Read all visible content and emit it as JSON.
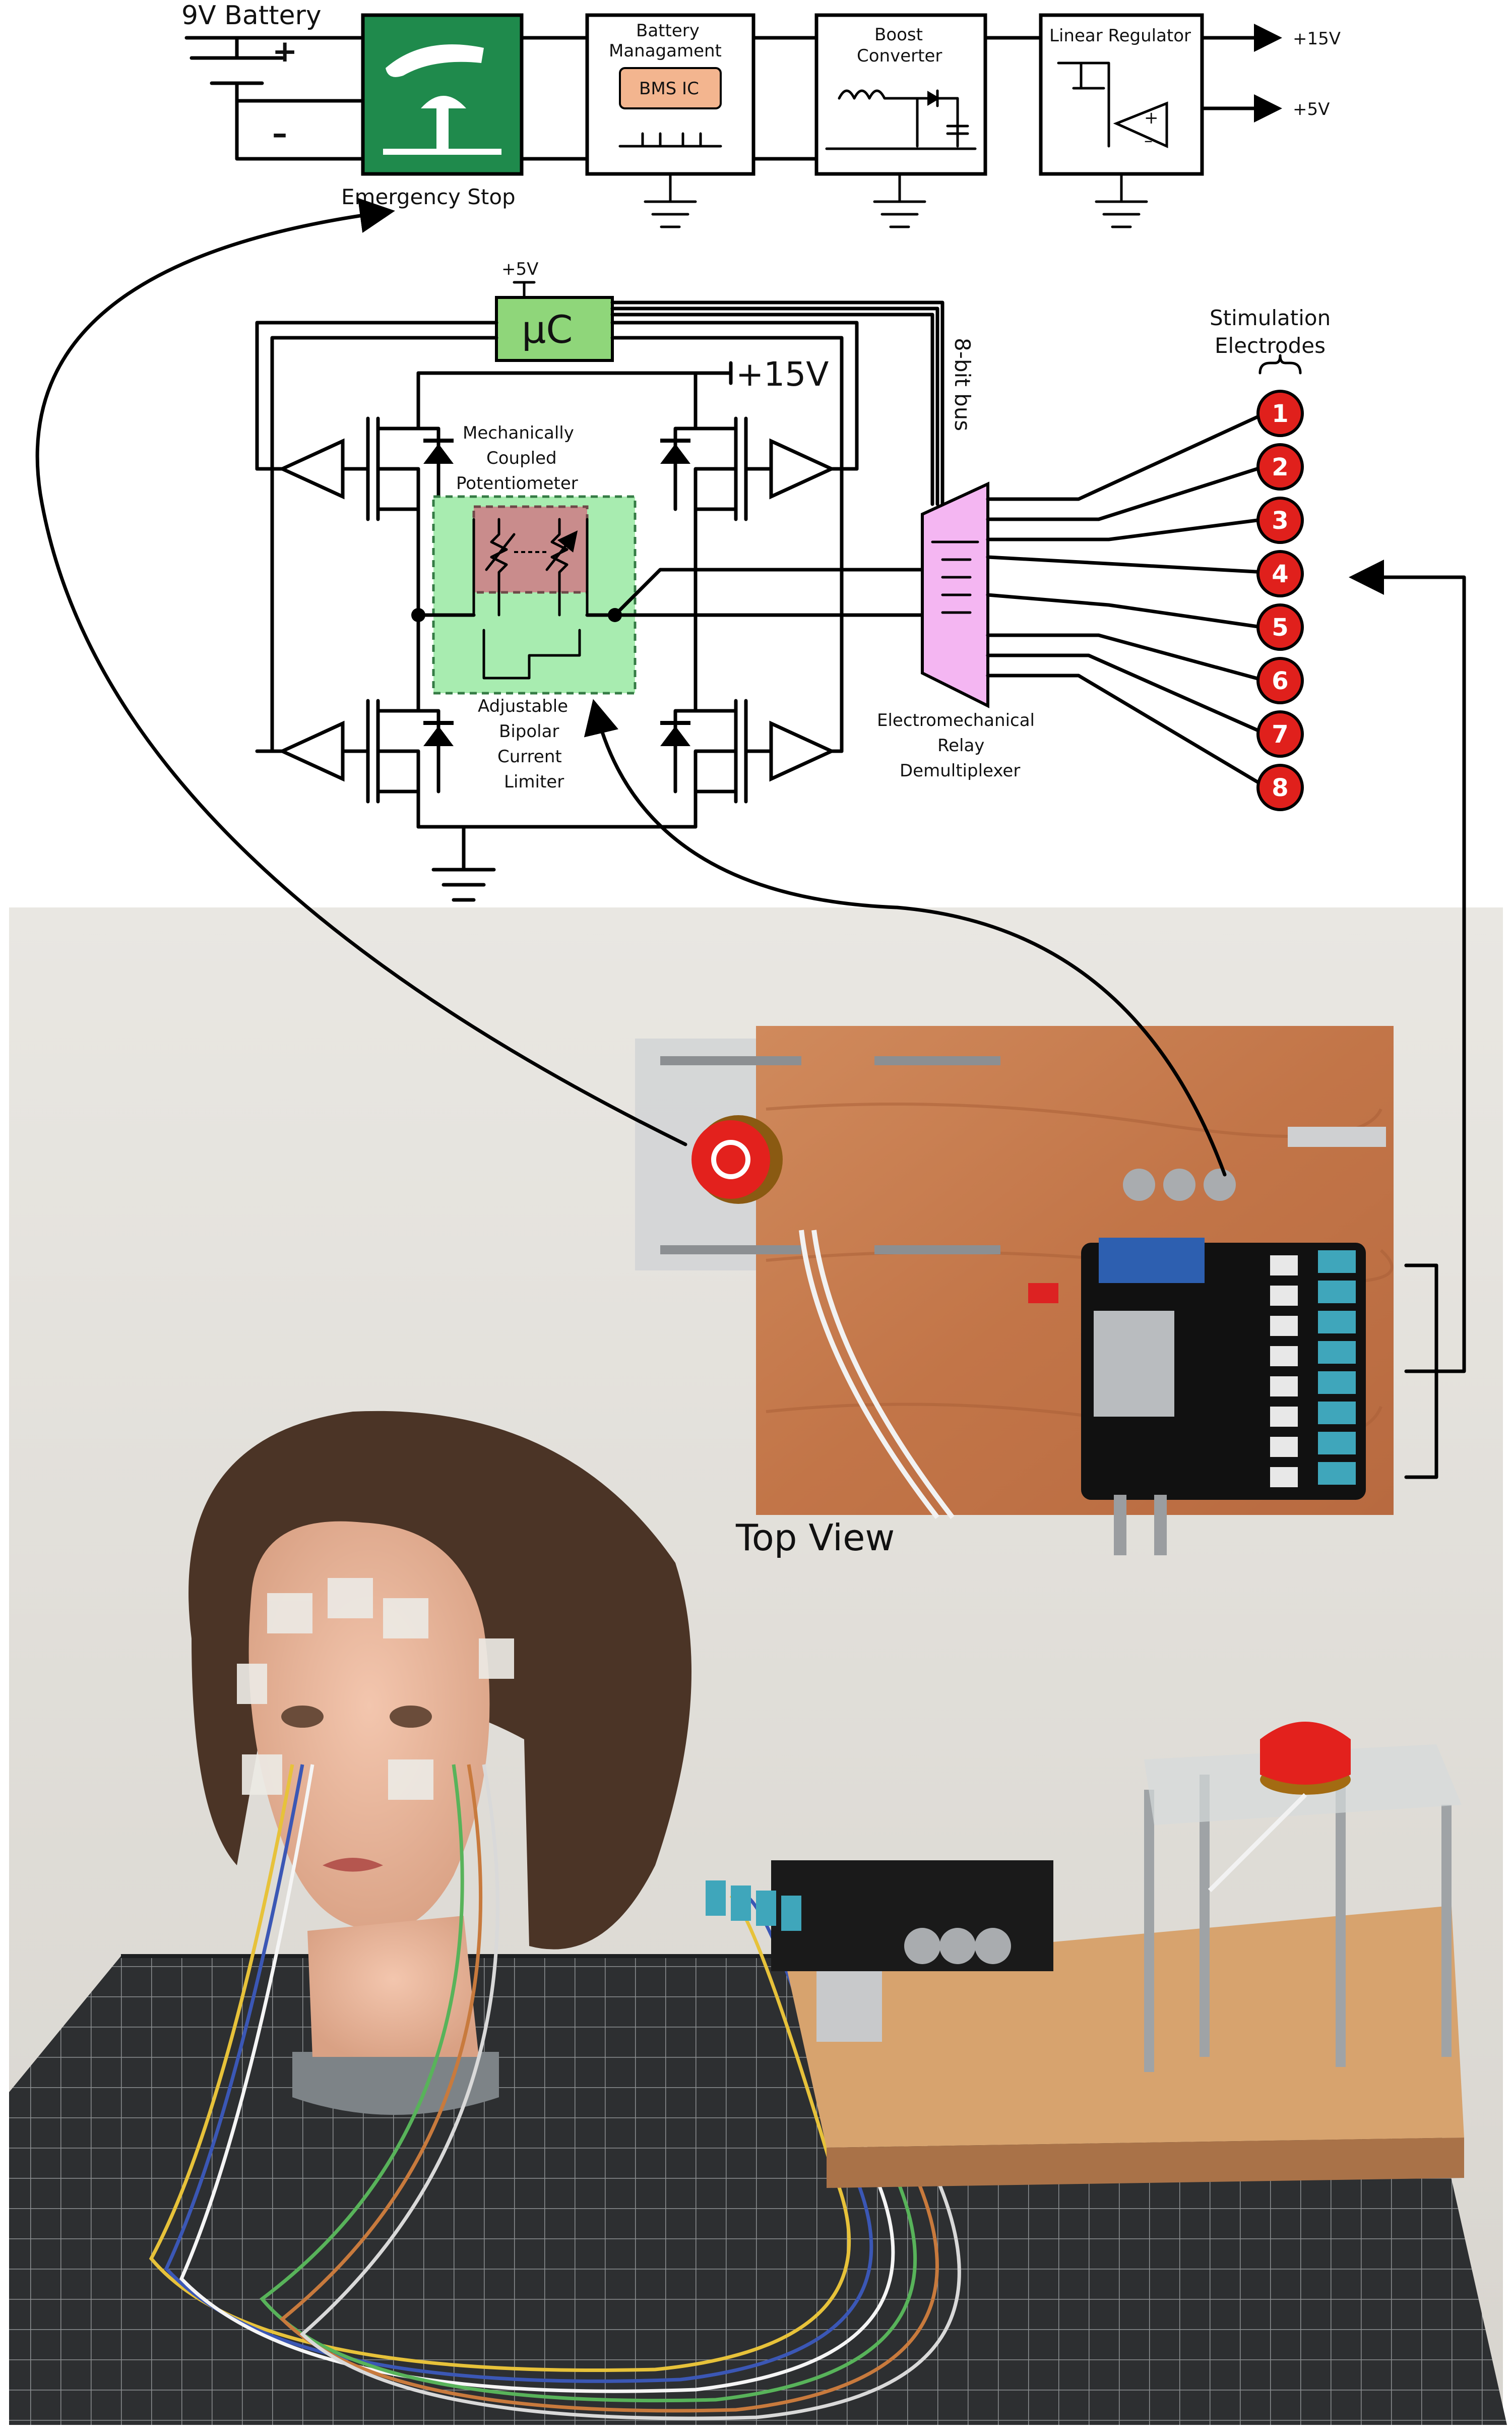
{
  "power_chain": {
    "battery_label": "9V Battery",
    "estop_label": "Emergency Stop",
    "bms_label": "Battery Managament",
    "bms_chip": "BMS IC",
    "boost_label": "Boost Converter",
    "regulator_label": "Linear Regulator",
    "out_15v": "+15V",
    "out_5v": "+5V"
  },
  "controller": {
    "uc_label": "μC",
    "uc_supply": "+5V",
    "rail_label": "+15V",
    "bus_label": "8-bit bus",
    "pot_label": "Mechanically Coupled Potentiometer",
    "limiter_label": "Adjustable Bipolar Current Limiter",
    "demux_label": "Electromechanical Relay Demultiplexer"
  },
  "electrodes": {
    "title": "Stimulation Electrodes",
    "numbers": [
      "1",
      "2",
      "3",
      "4",
      "5",
      "6",
      "7",
      "8"
    ]
  },
  "photo": {
    "top_view_label": "Top View"
  },
  "colors": {
    "estop_green": "#1f8a4c",
    "uc_green": "#8fd67a",
    "bms_orange": "#f3b58f",
    "pot_red": "#c98c8c",
    "limiter_green": "#a8ecb0",
    "demux_pink": "#f4b6f2",
    "electrode_red": "#e0201c",
    "wood": "#c97a4f",
    "wall": "#e4e2dd",
    "mat": "#2d2f31"
  }
}
